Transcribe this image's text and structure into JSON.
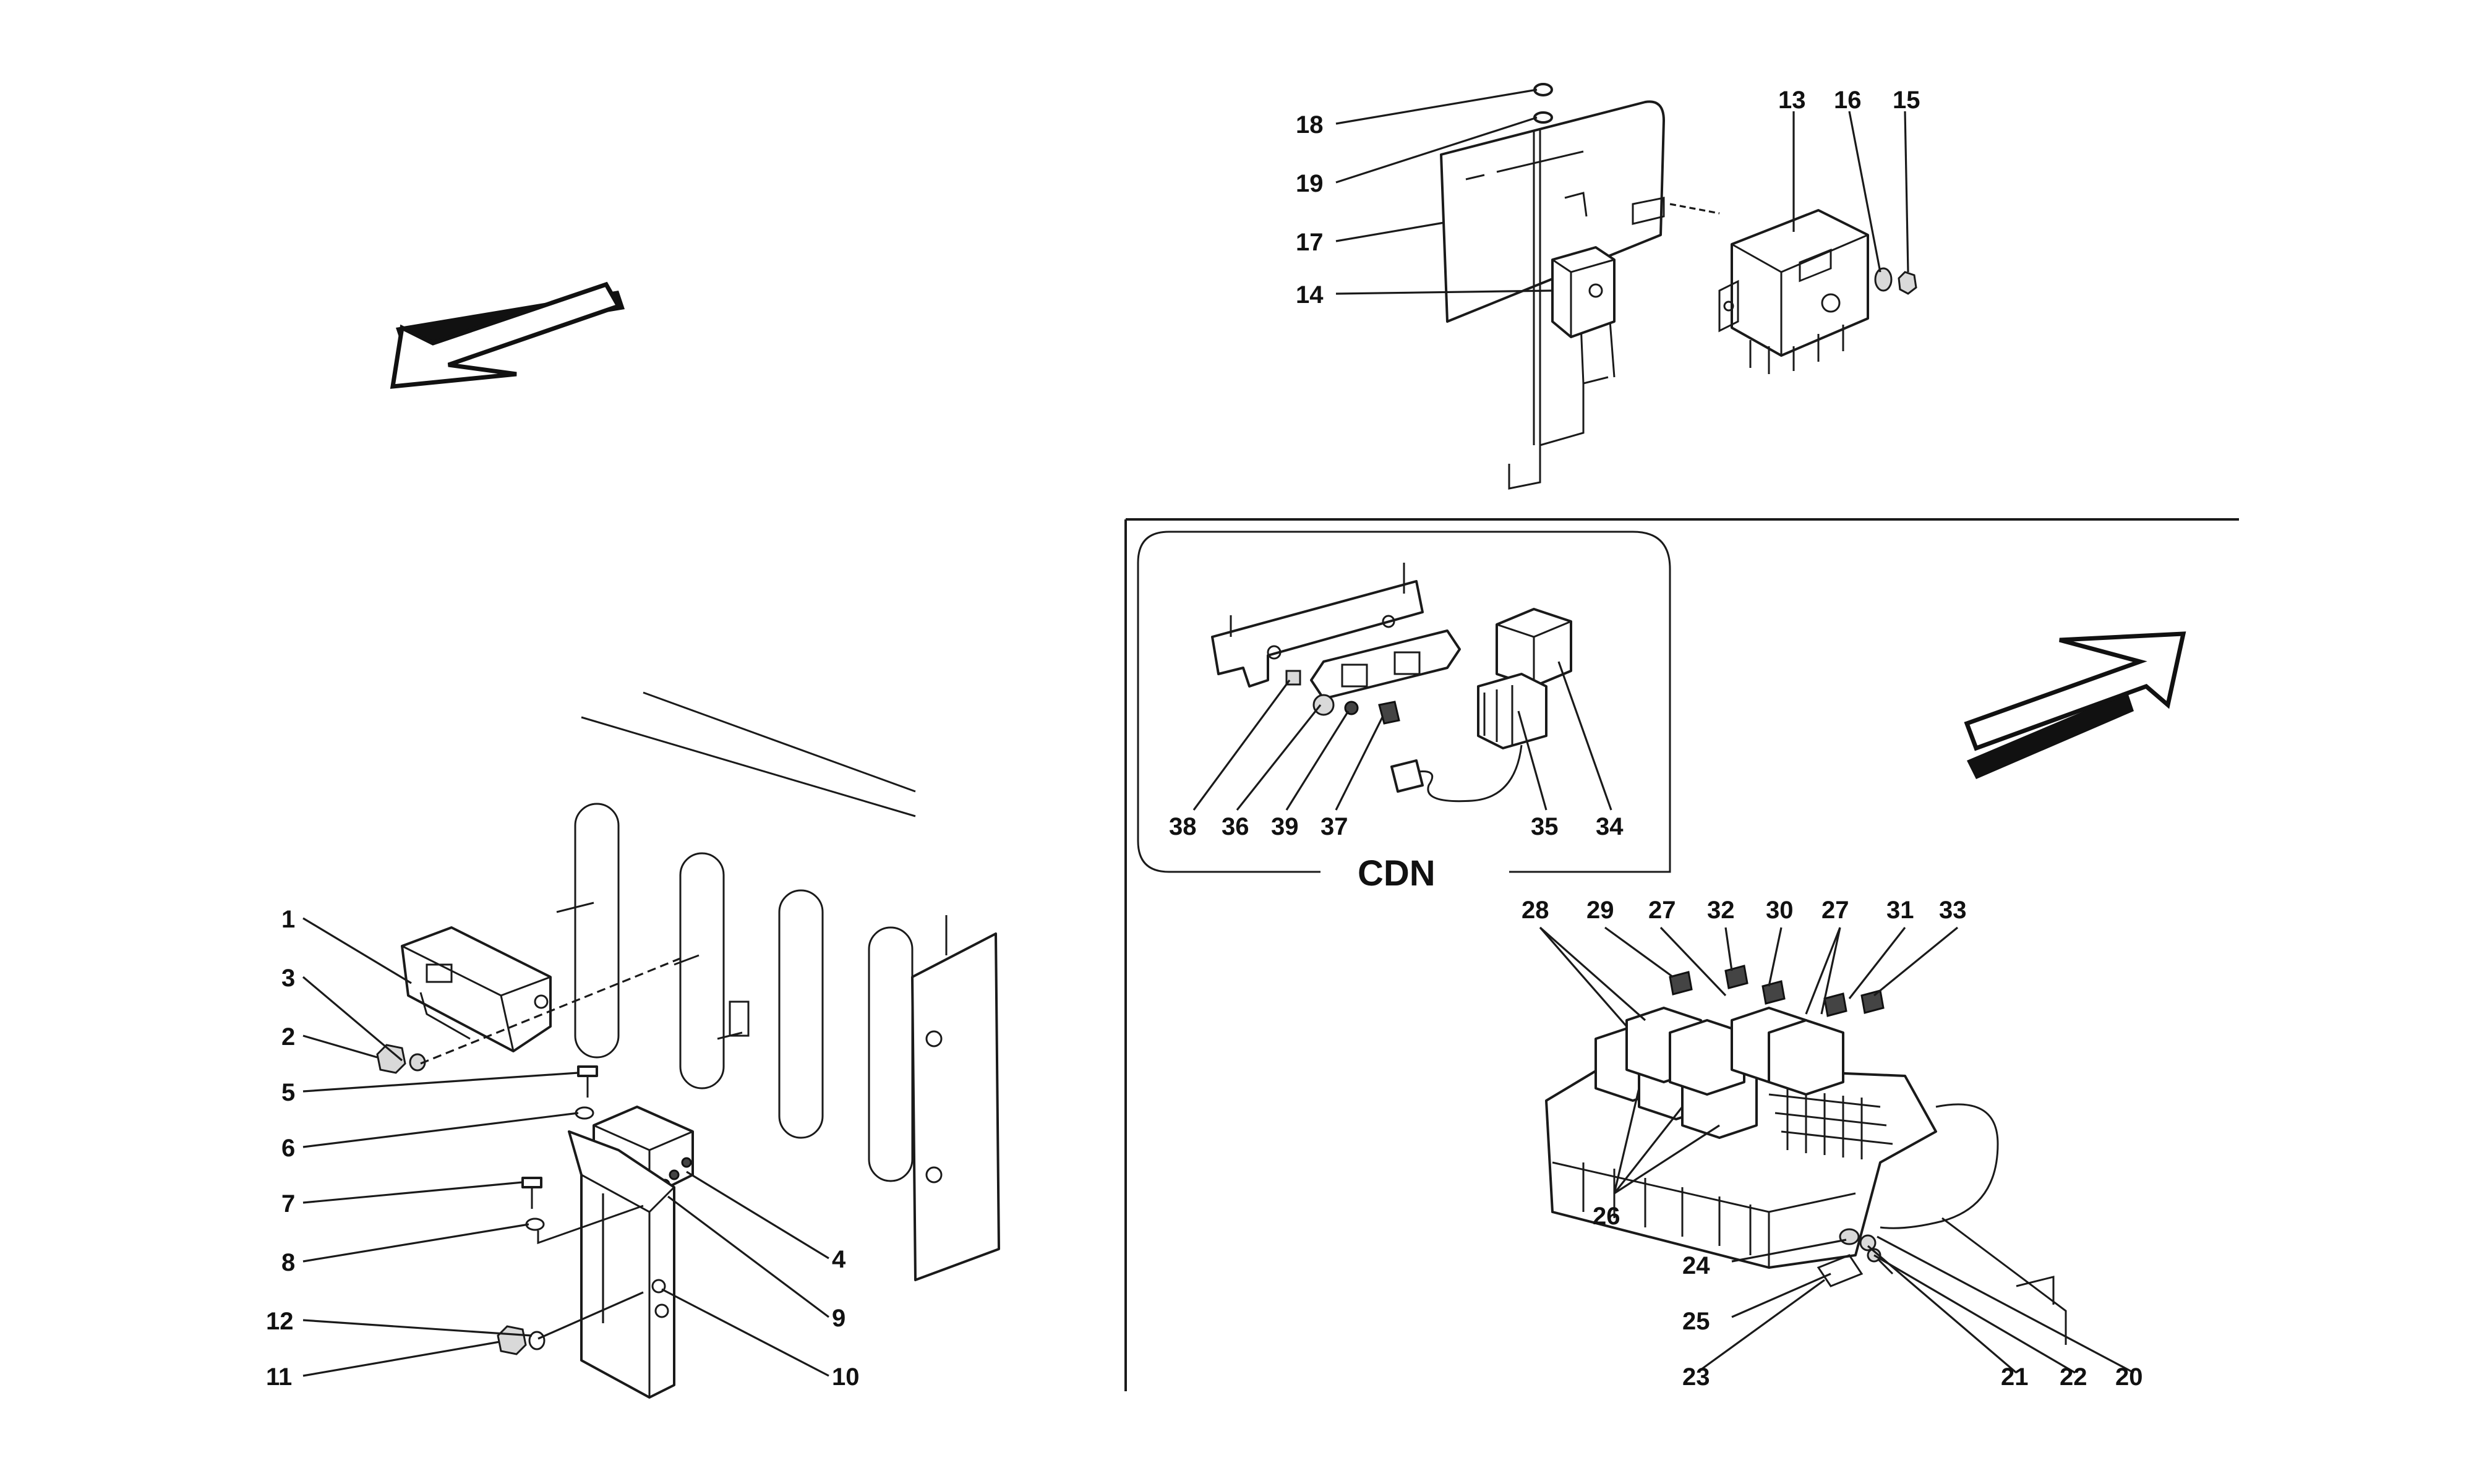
{
  "diagram": {
    "inset_title": "CDN",
    "callouts": [
      "1",
      "2",
      "3",
      "4",
      "5",
      "6",
      "7",
      "8",
      "9",
      "10",
      "11",
      "12",
      "13",
      "14",
      "15",
      "16",
      "17",
      "18",
      "19",
      "20",
      "21",
      "22",
      "23",
      "24",
      "25",
      "26",
      "27",
      "27",
      "28",
      "29",
      "30",
      "31",
      "32",
      "33",
      "34",
      "35",
      "36",
      "37",
      "38",
      "39"
    ]
  }
}
